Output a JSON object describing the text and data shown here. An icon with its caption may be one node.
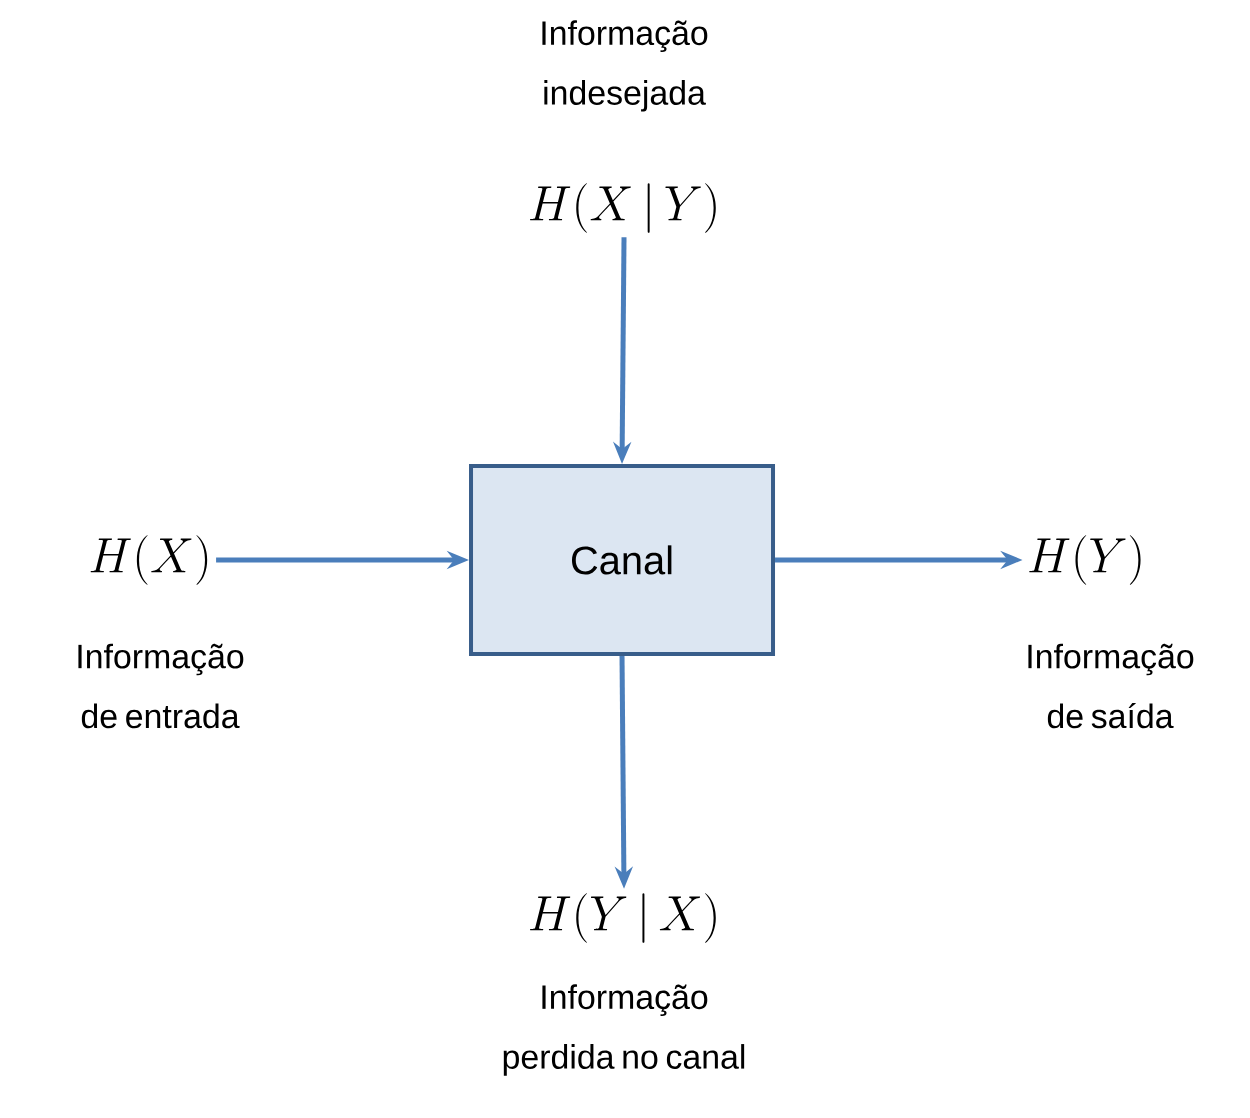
{
  "diagram": {
    "nodes": [
      {
        "text": [
          "H(X\\,|\\,Y)"
        ],
        "beside": [
          "Informação indesejada"
        ]
      },
      {
        "text": [
          "H(X)"
        ],
        "beside": [
          "Informação de entrada"
        ]
      },
      {
        "text": [
          "Canal"
        ]
      },
      {
        "text": [
          "H(Y)"
        ],
        "beside": [
          "Informação de saída"
        ]
      },
      {
        "text": [
          "H(Y\\,|\\,X)"
        ],
        "beside": [
          "Informação perdida no canal"
        ]
      }
    ],
    "edges": [
      {
        "from": 0,
        "to": 2,
        "arrow": "to"
      },
      {
        "from": 1,
        "to": 2,
        "arrow": "to"
      },
      {
        "from": 2,
        "to": 3,
        "arrow": "to"
      },
      {
        "from": 2,
        "to": 4,
        "arrow": "to"
      }
    ]
  }
}
